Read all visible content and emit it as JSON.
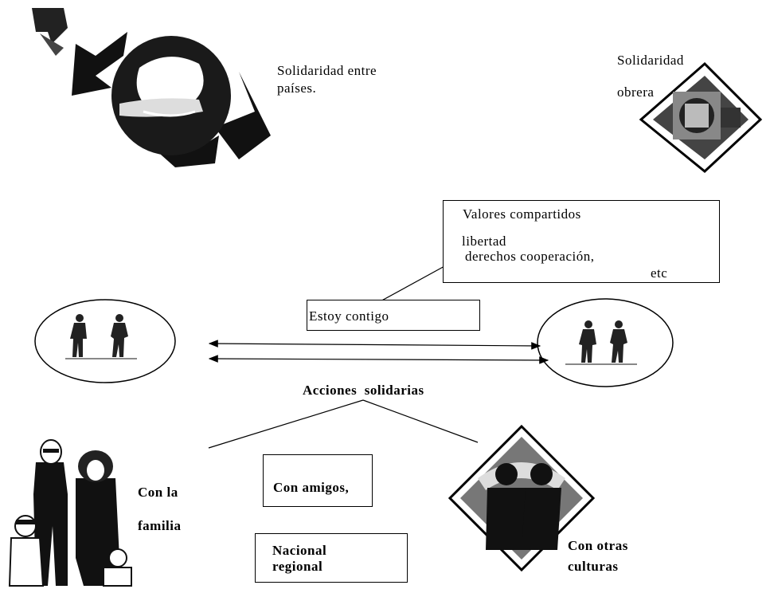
{
  "top_left_label": {
    "line1": "Solidaridad entre",
    "line2": "países."
  },
  "top_right_label": {
    "line1": "Solidaridad",
    "line2": "obrera"
  },
  "callout": {
    "title": "Valores compartidos",
    "line1": "libertad",
    "line2": "derechos cooperación,",
    "line3": "etc"
  },
  "center_box": "Estoy contigo",
  "actions_label": "Acciones  solidarias",
  "family_label": {
    "line1": "Con la",
    "line2": "familia"
  },
  "friends_box": "Con amigos,",
  "national_box": {
    "line1": "Nacional",
    "line2": "regional"
  },
  "cultures_label": {
    "line1": "Con otras",
    "line2": "culturas"
  }
}
